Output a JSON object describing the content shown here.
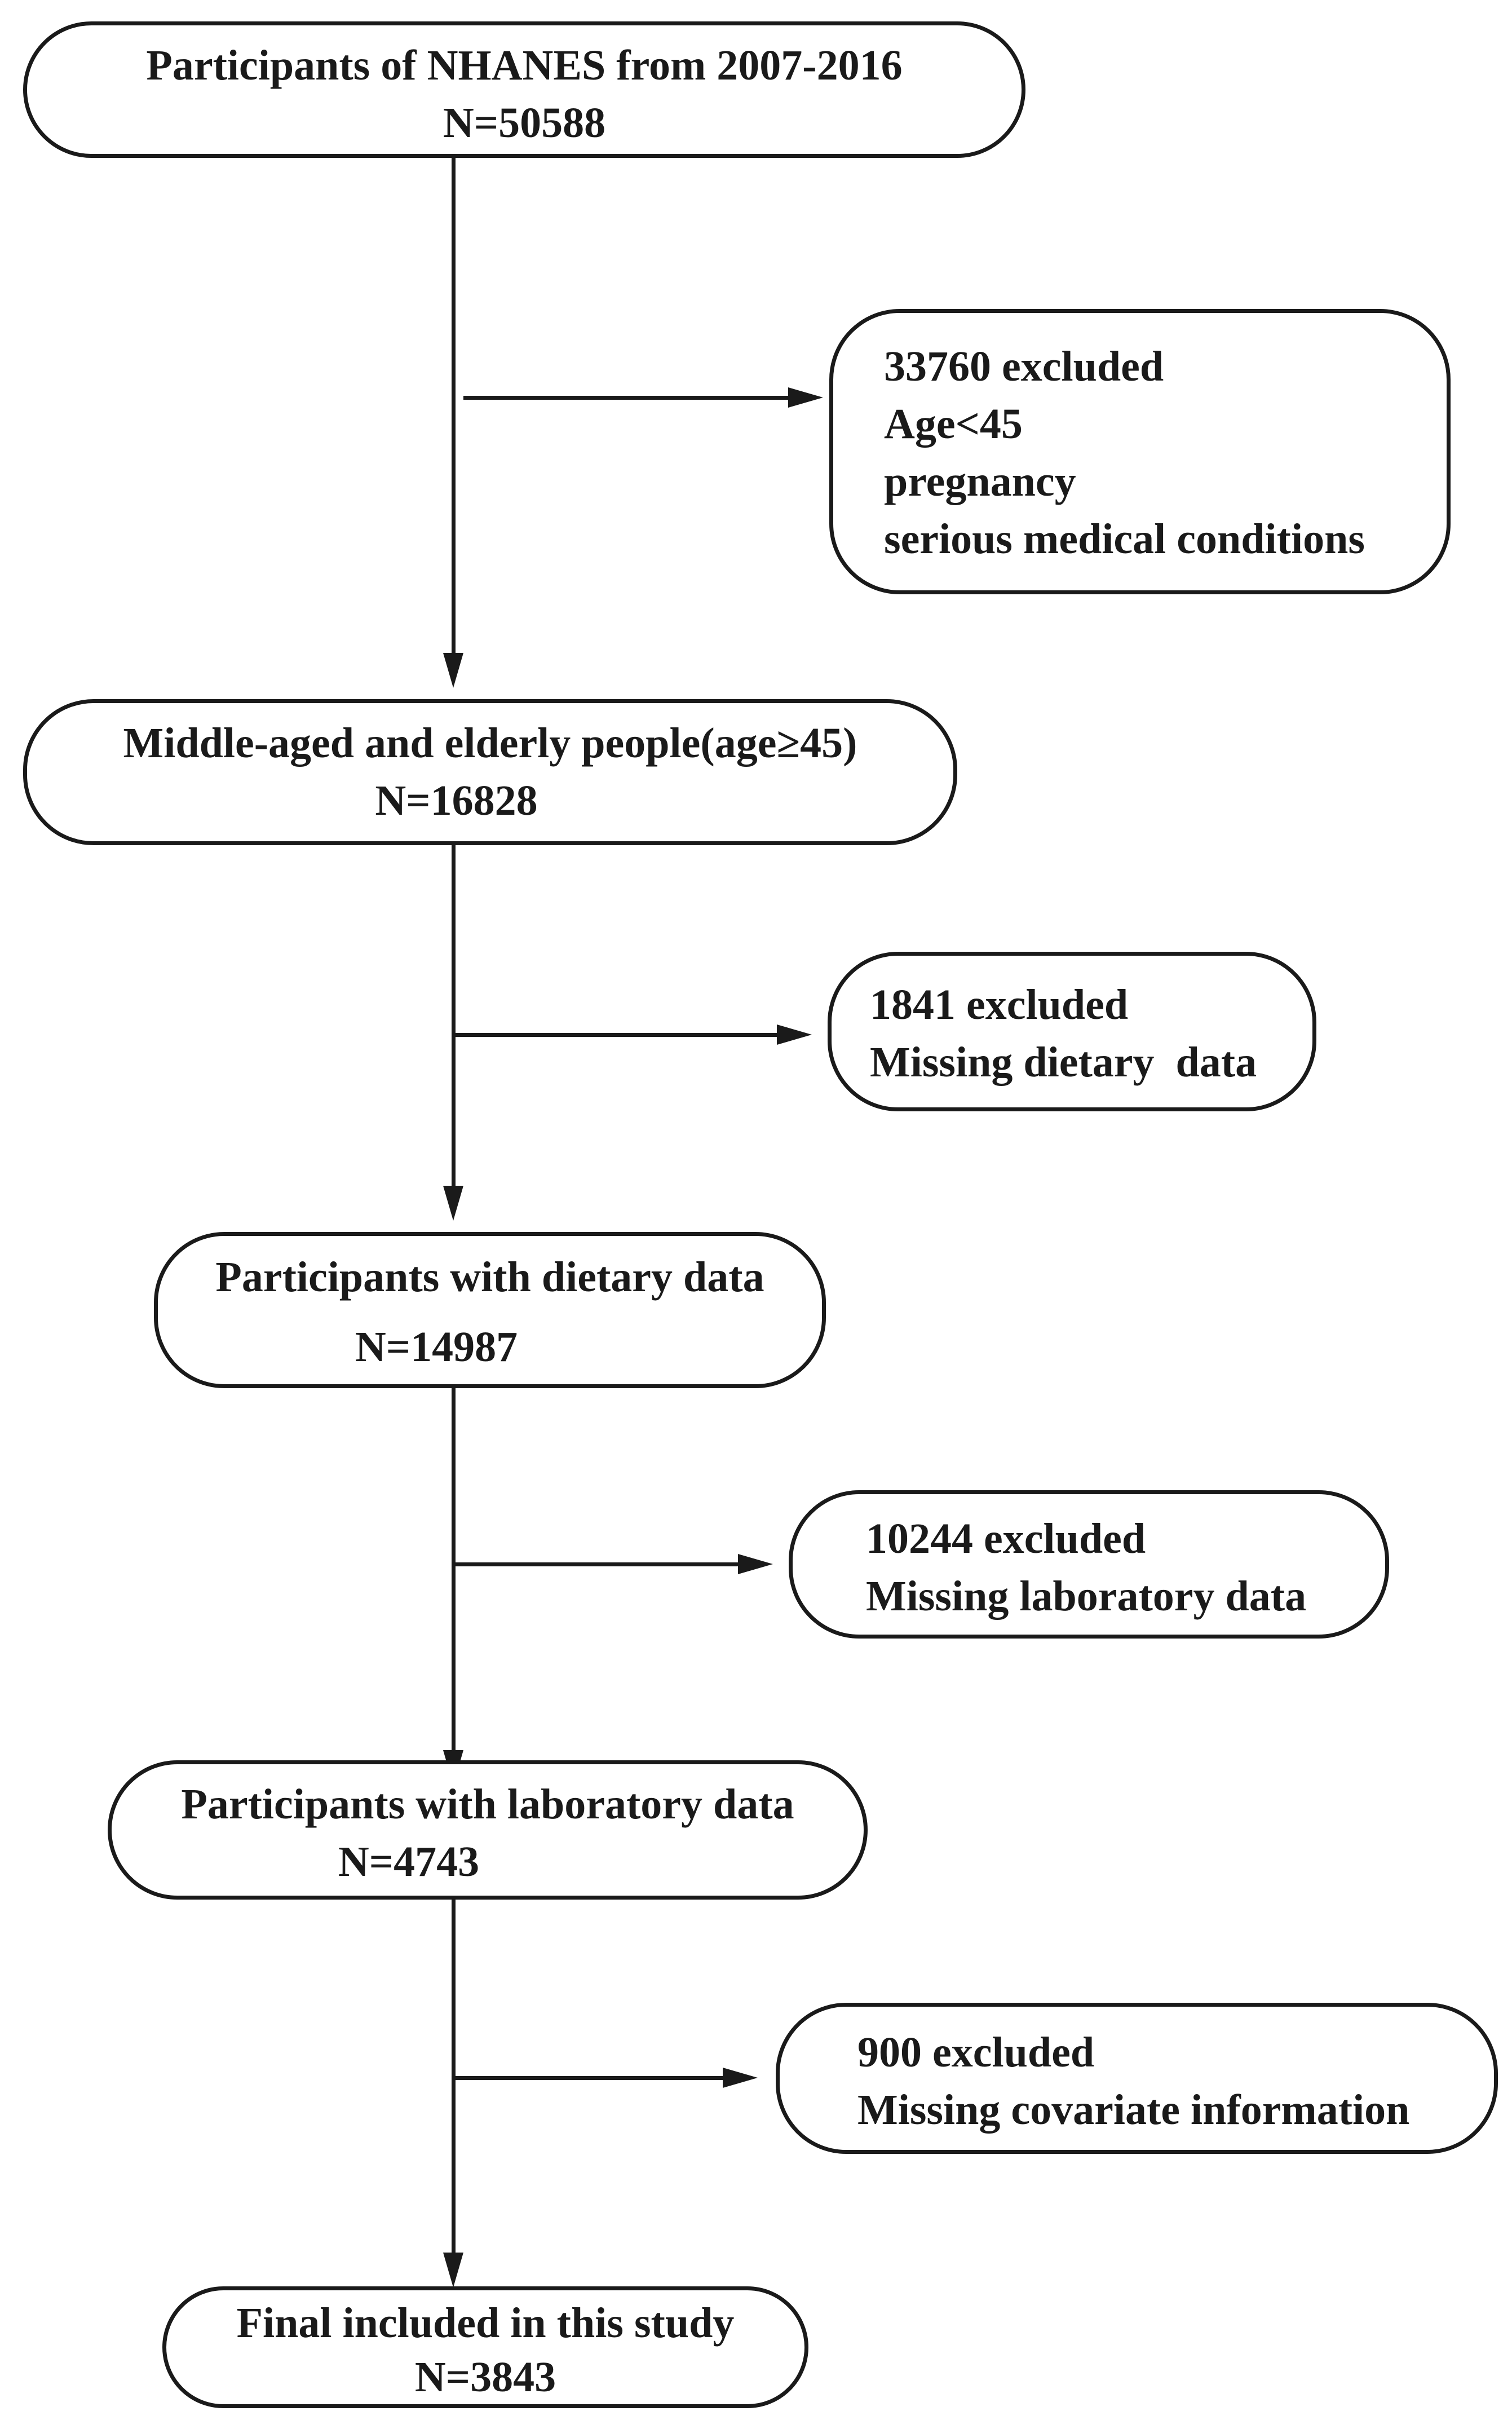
{
  "boxes": {
    "initial": {
      "line1": "Participants of NHANES from 2007-2016",
      "line2": "N=50588"
    },
    "age_filtered": {
      "line1": "Middle-aged and elderly people(age≥45)",
      "line2": "N=16828"
    },
    "dietary": {
      "line1": "Participants with dietary data",
      "line2": "N=14987"
    },
    "laboratory": {
      "line1": "Participants with laboratory data",
      "line2": "N=4743"
    },
    "final": {
      "line1": "Final included in this study",
      "line2": "N=3843"
    }
  },
  "exclusions": {
    "first": {
      "line1": "33760 excluded",
      "line2": "Age<45",
      "line3": "pregnancy",
      "line4": "serious medical conditions"
    },
    "second": {
      "line1": "1841 excluded",
      "line2": "Missing dietary  data"
    },
    "third": {
      "line1": "10244 excluded",
      "line2": "Missing laboratory data"
    },
    "fourth": {
      "line1": "900 excluded",
      "line2": "Missing covariate information"
    }
  }
}
